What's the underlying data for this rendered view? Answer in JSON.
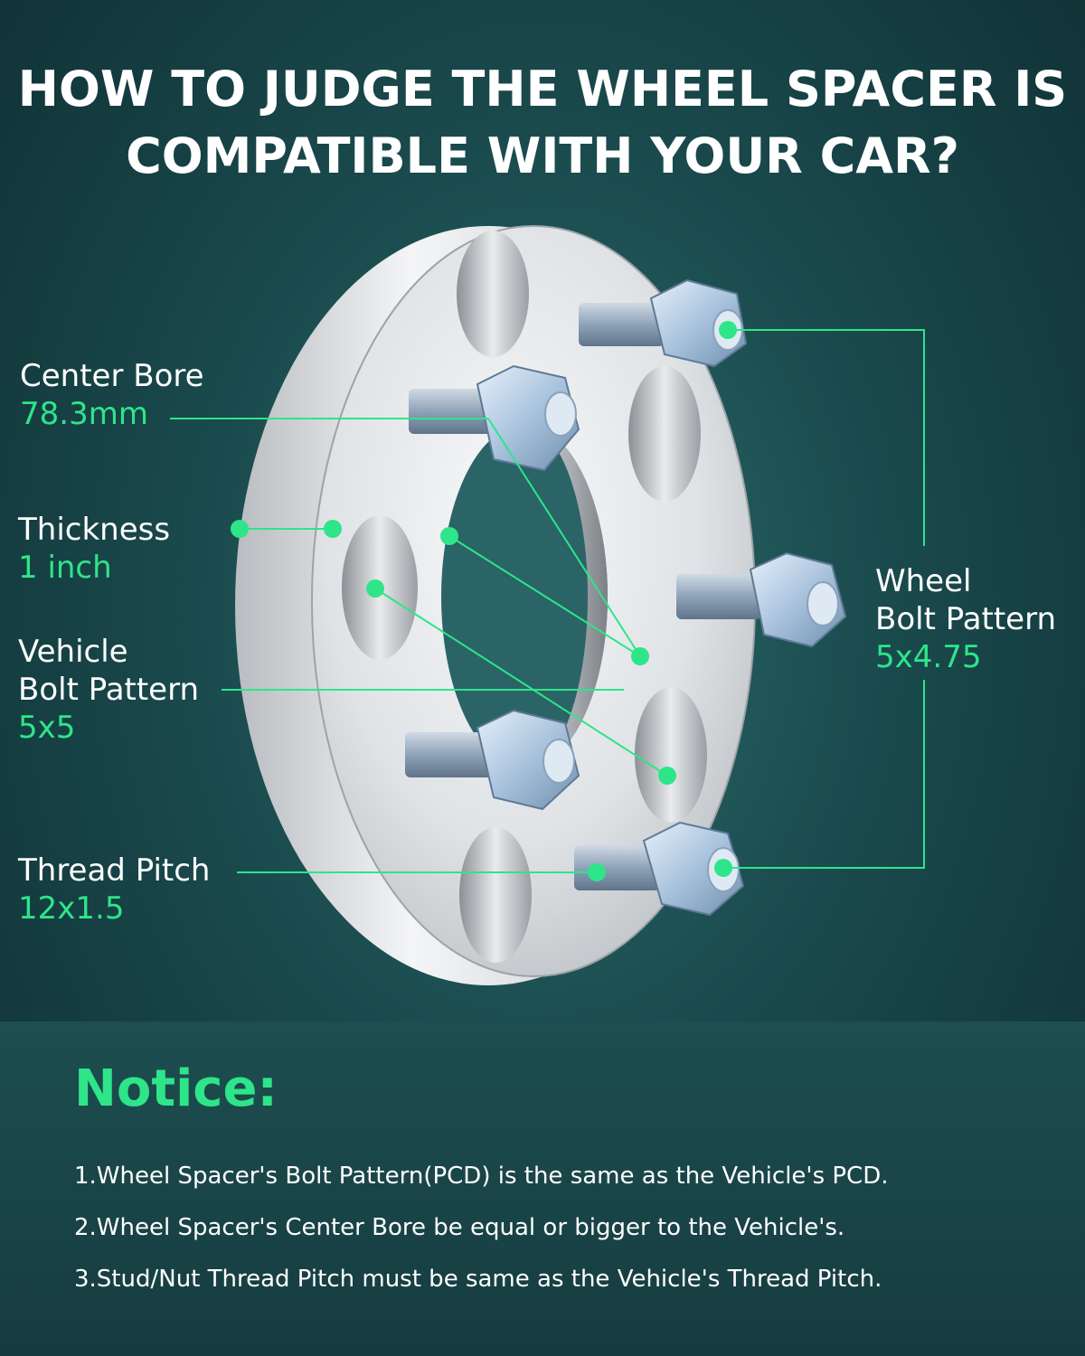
{
  "headline": {
    "line1": "HOW TO JUDGE THE WHEEL SPACER IS",
    "line2": "COMPATIBLE WITH YOUR CAR?"
  },
  "labels": {
    "center_bore": {
      "name": "Center Bore",
      "value": "78.3mm"
    },
    "thickness": {
      "name": "Thickness",
      "value": "1 inch"
    },
    "vehicle_bolt_pattern": {
      "name_line1": "Vehicle",
      "name_line2": "Bolt Pattern",
      "value": "5x5"
    },
    "thread_pitch": {
      "name": "Thread Pitch",
      "value": "12x1.5"
    },
    "wheel_bolt_pattern": {
      "name_line1": "Wheel",
      "name_line2": "Bolt Pattern",
      "value": "5x4.75"
    }
  },
  "notice": {
    "title": "Notice:",
    "items": [
      "1.Wheel Spacer's Bolt Pattern(PCD) is the same as the Vehicle's PCD.",
      "2.Wheel Spacer's Center Bore be equal or bigger to the Vehicle's.",
      "3.Stud/Nut Thread Pitch must be same as the Vehicle's Thread Pitch."
    ]
  },
  "colors": {
    "accent_green": "#2ee58a",
    "text_white": "#ffffff",
    "background": "#1a4a4d"
  }
}
